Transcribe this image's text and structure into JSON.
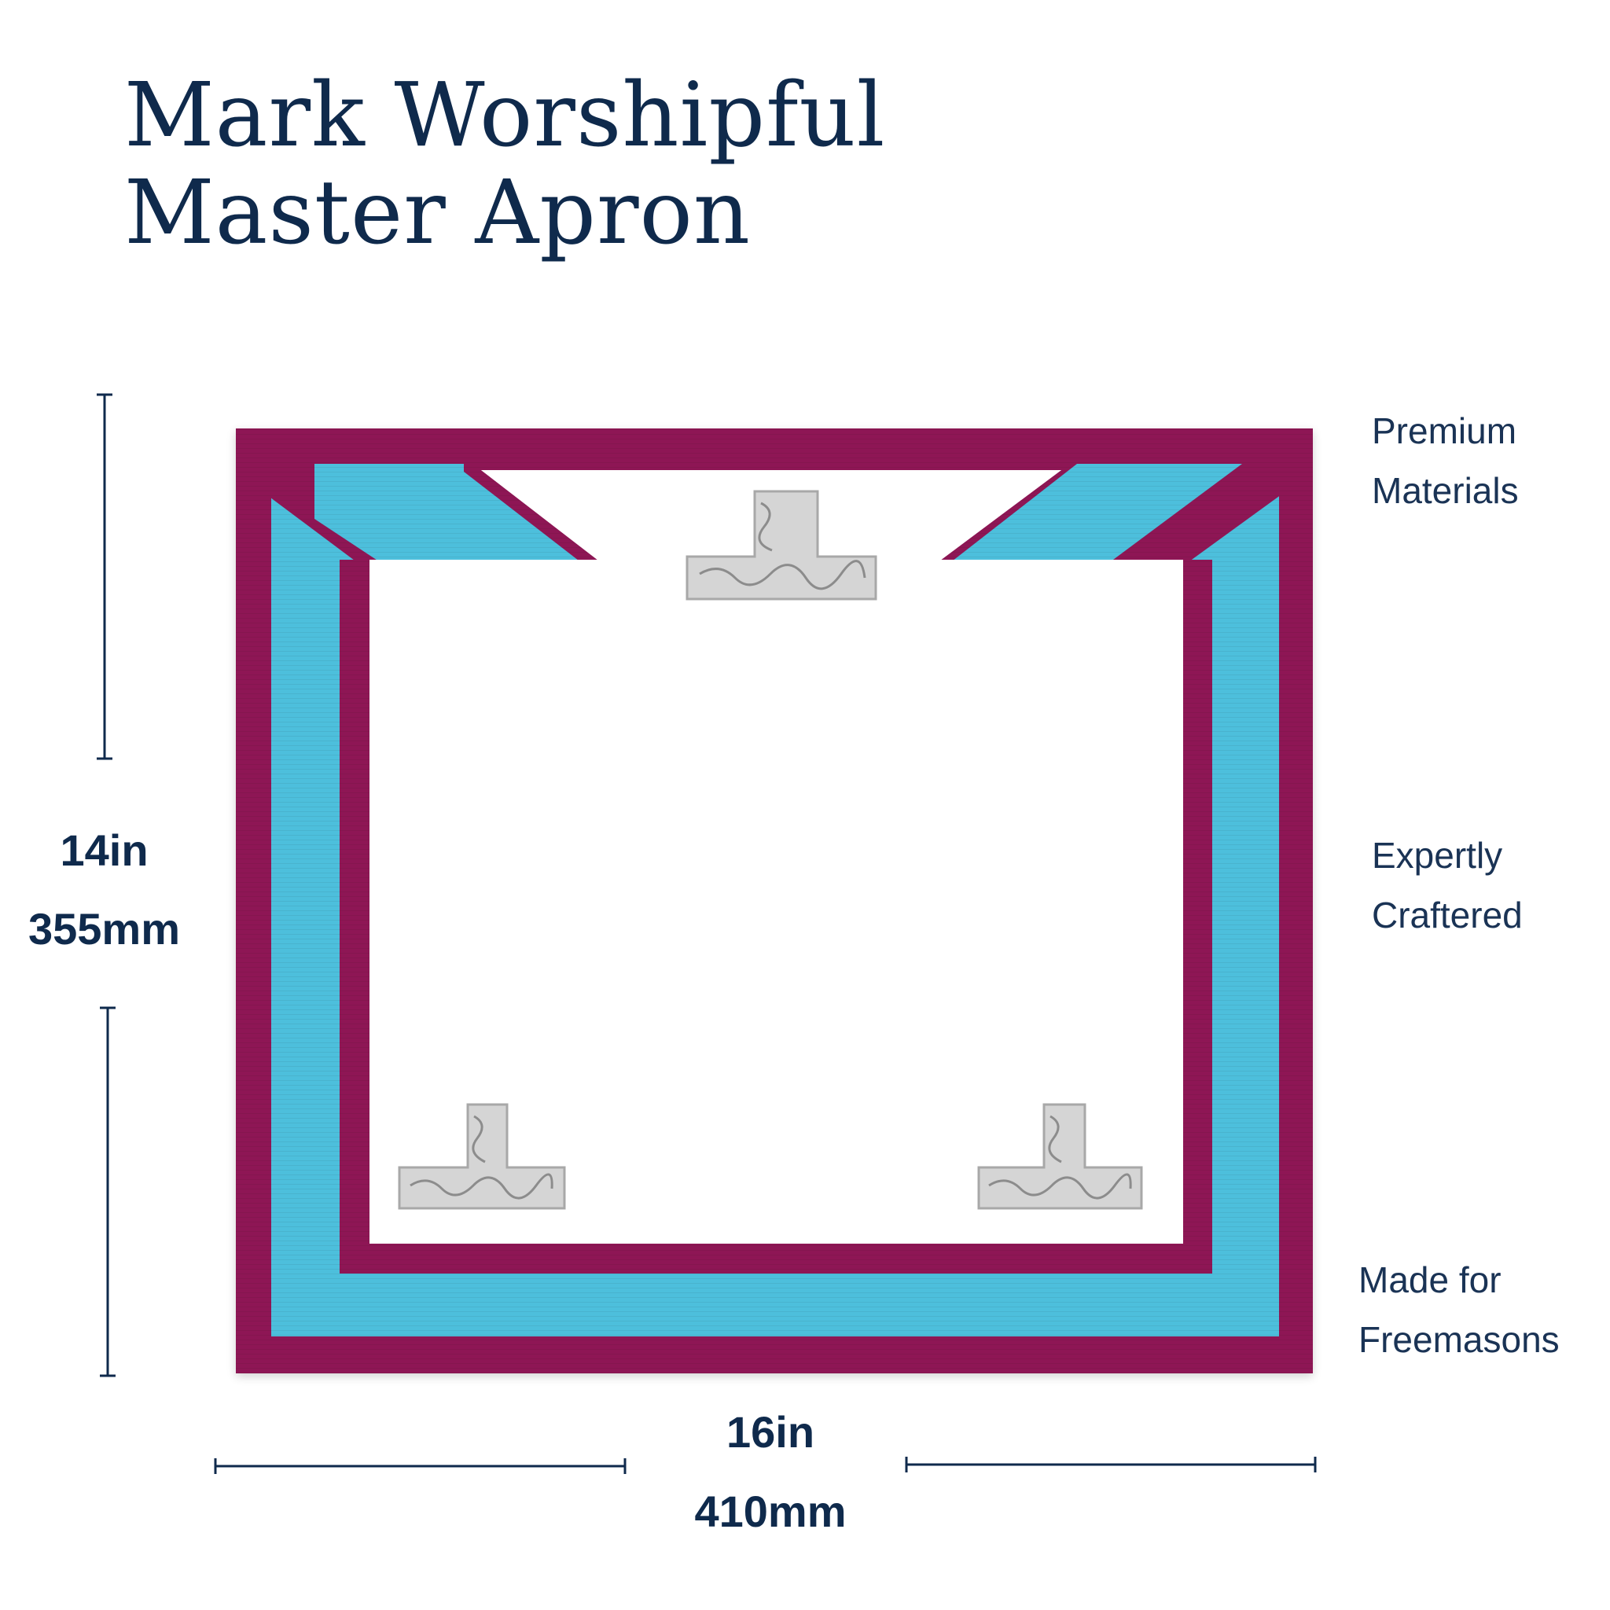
{
  "title": {
    "line1": "Mark Worshipful",
    "line2": "Master Apron"
  },
  "dimensions": {
    "height_in": "14in",
    "height_mm": "355mm",
    "width_in": "16in",
    "width_mm": "410mm"
  },
  "features": [
    {
      "line1": "Premium",
      "line2": "Materials"
    },
    {
      "line1": "Expertly",
      "line2": "Craftered"
    },
    {
      "line1": "Made for",
      "line2": "Freemasons"
    }
  ],
  "colors": {
    "title": "#0f2a4c",
    "border_crimson": "#8e1855",
    "ribbon_blue": "#4ebfdc",
    "apron_white": "#ffffff",
    "emblem_silver": "#d5d5d5"
  },
  "emblems": [
    "level-icon",
    "level-icon",
    "level-icon"
  ]
}
